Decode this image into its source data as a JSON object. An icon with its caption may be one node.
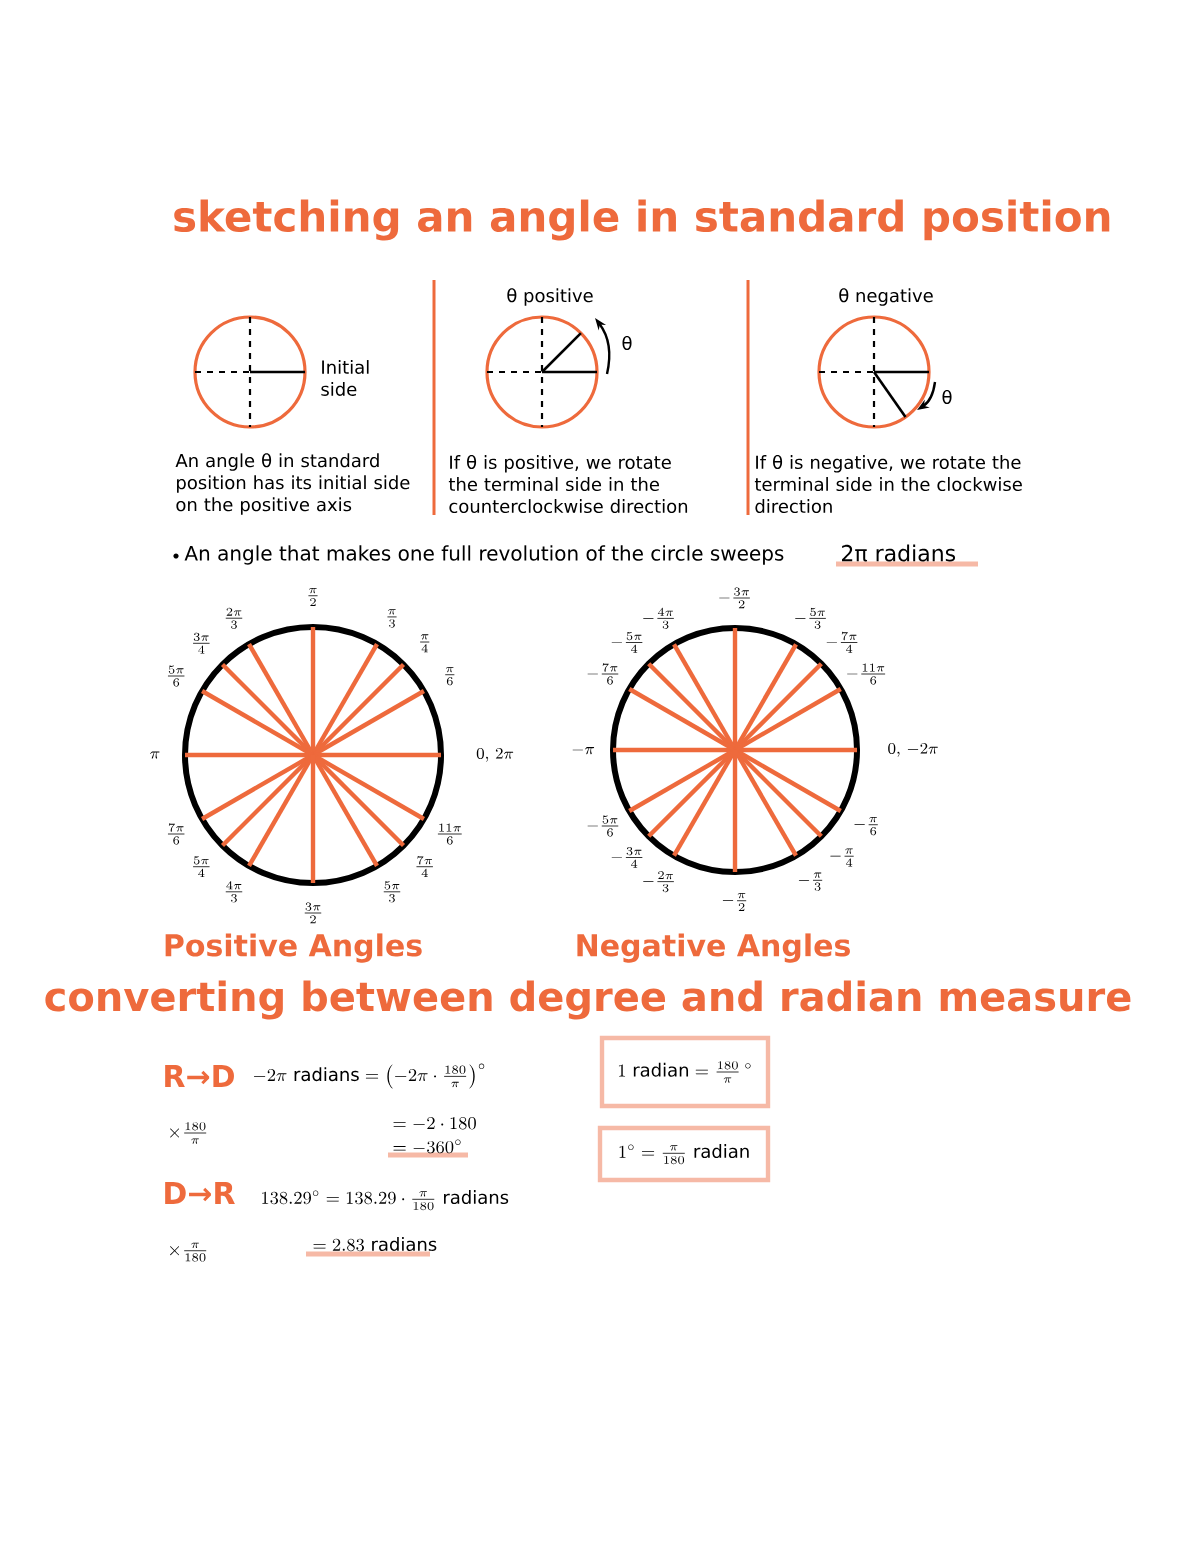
{
  "diagram": {
    "title": "sketching an angle in standard position",
    "nodes": [
      {
        "text": [
          "1\\ \\mathrm{radian} = \\frac{180}{\\pi}\\,^{\\circ}"
        ]
      },
      {
        "text": [
          "1^{\\circ} = \\frac{\\pi}{180}\\ \\mathrm{radian}"
        ]
      }
    ],
    "edges": [],
    "labels": [
      "Initial side",
      "θ positive",
      "θ",
      "θ negative",
      "θ",
      "An angle θ in standard position has its initial side on the positive axis",
      "If θ is positive, we rotate the terminal side in the counterclockwise direction",
      "If θ is negative, we rotate the terminal side in the clockwise direction",
      "An angle that makes one full revolution of the circle sweeps",
      "2π radians",
      "\\frac{\\pi}{2}",
      "\\frac{2\\pi}{3}",
      "\\frac{\\pi}{3}",
      "\\frac{3\\pi}{4}",
      "\\frac{\\pi}{4}",
      "\\frac{5\\pi}{6}",
      "\\frac{\\pi}{6}",
      "\\pi",
      "0,\\,2\\pi",
      "\\frac{7\\pi}{6}",
      "\\frac{11\\pi}{6}",
      "\\frac{5\\pi}{4}",
      "\\frac{7\\pi}{4}",
      "\\frac{4\\pi}{3}",
      "\\frac{5\\pi}{3}",
      "\\frac{3\\pi}{2}",
      "Positive Angles",
      "-\\frac{3\\pi}{2}",
      "-\\frac{4\\pi}{3}",
      "-\\frac{5\\pi}{3}",
      "-\\frac{5\\pi}{4}",
      "-\\frac{7\\pi}{4}",
      "-\\frac{7\\pi}{6}",
      "-\\frac{11\\pi}{6}",
      "-\\pi",
      "0,\\,-2\\pi",
      "-\\frac{5\\pi}{6}",
      "-\\frac{\\pi}{6}",
      "-\\frac{3\\pi}{4}",
      "-\\frac{\\pi}{4}",
      "-\\frac{2\\pi}{3}",
      "-\\frac{\\pi}{3}",
      "-\\frac{\\pi}{2}",
      "Negative Angles",
      "converting between degree and radian measure",
      "R→D",
      "-2\\pi\\ \\mathrm{radians} = \\left(-2\\pi \\cdot \\frac{180}{\\pi}\\right)^{\\circ}",
      "\\times\\frac{180}{\\pi}",
      "= -2 \\cdot 180",
      "= -360^{\\circ}",
      "D→R",
      "138.29^{\\circ} = 138.29 \\cdot \\frac{\\pi}{180}\\ \\mathrm{radians}",
      "\\times\\frac{\\pi}{180}",
      "= 2.83\\ \\mathrm{radians}"
    ]
  }
}
